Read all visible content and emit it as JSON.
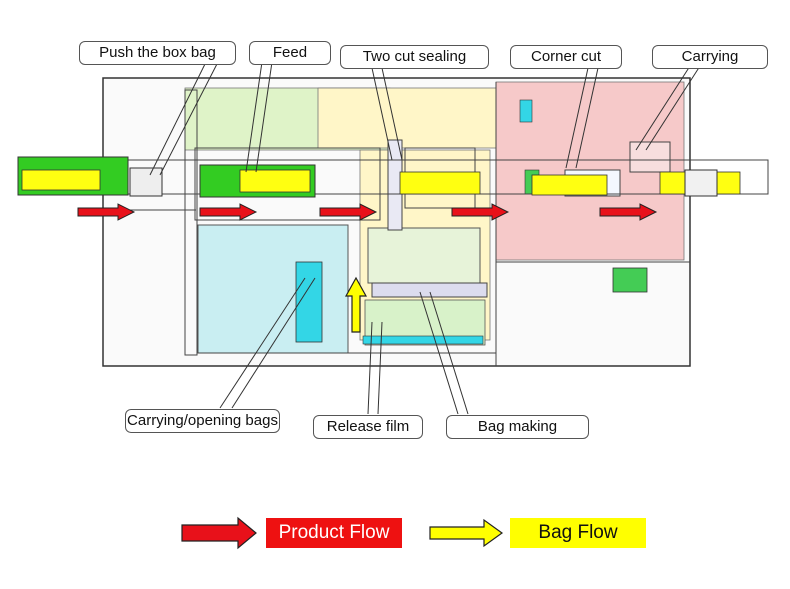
{
  "labels": {
    "push_box_bag": "Push the box bag",
    "feed": "Feed",
    "two_cut_sealing": "Two cut sealing",
    "corner_cut": "Corner cut",
    "carrying": "Carrying",
    "carrying_opening_bags": "Carrying/opening bags",
    "release_film": "Release film",
    "bag_making": "Bag making"
  },
  "legend": {
    "product_flow": "Product Flow",
    "bag_flow": "Bag Flow"
  },
  "colors": {
    "product_arrow": "#e8111a",
    "bag_arrow": "#ffff00",
    "product_label_bg": "#ee1111",
    "bag_label_bg": "#ffff00",
    "conveyor_green": "#33cc22",
    "conveyor_yellow": "#ffff11",
    "feed_zone": "#dff3c8",
    "sealing_zone": "#fff6c8",
    "corner_zone": "#f6c9c9",
    "bag_zone": "#c9eef2",
    "cyan_part": "#33d6e6"
  }
}
